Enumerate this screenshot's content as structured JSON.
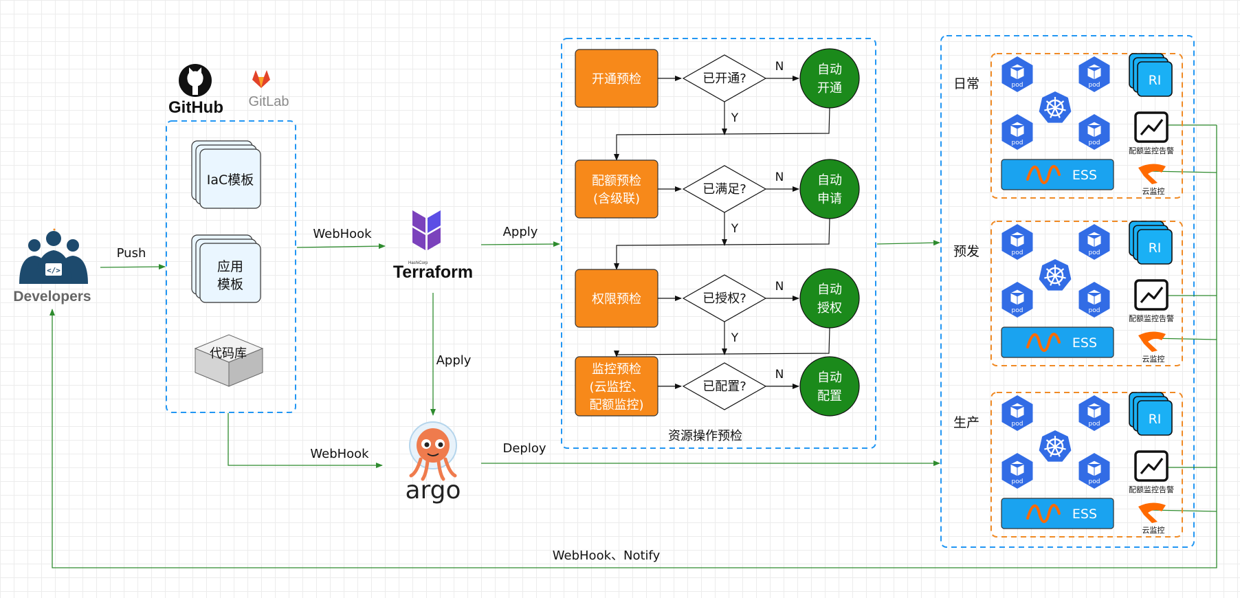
{
  "colors": {
    "dash_border": "#2196f3",
    "env_border": "#f08a24",
    "step_fill": "#f7891a",
    "auto_fill": "#1b8a1b",
    "edge": "#2e8b2e",
    "k8s": "#326ce5",
    "ess_fill": "#1aa3f0",
    "ri_fill": "#1ab0f5",
    "monitor": "#ff6a00",
    "developers": "#1d4a6d"
  },
  "developers": {
    "label": "Developers",
    "icon": "developers-group-icon"
  },
  "repos": {
    "github": "GitHub",
    "gitlab": "GitLab",
    "iac": "IaC模板",
    "app_line1": "应用",
    "app_line2": "模板",
    "codebase": "代码库"
  },
  "tools": {
    "terraform": "Terraform",
    "terraform_small": "HashiCorp",
    "argo": "argo"
  },
  "edges": {
    "push": "Push",
    "webhook_repo_tf": "WebHook",
    "apply_tf_precheck": "Apply",
    "apply_tf_argo": "Apply",
    "webhook_repo_argo": "WebHook",
    "deploy": "Deploy",
    "notify": "WebHook、Notify"
  },
  "precheck": {
    "title": "资源操作预检",
    "yes": "Y",
    "no": "N",
    "rows": [
      {
        "step": [
          "开通预检"
        ],
        "decision": "已开通?",
        "action": [
          "自动",
          "开通"
        ]
      },
      {
        "step": [
          "配额预检",
          "(含级联)"
        ],
        "decision": "已满足?",
        "action": [
          "自动",
          "申请"
        ]
      },
      {
        "step": [
          "权限预检"
        ],
        "decision": "已授权?",
        "action": [
          "自动",
          "授权"
        ]
      },
      {
        "step": [
          "监控预检",
          "(云监控、",
          "配额监控)"
        ],
        "decision": "已配置?",
        "action": [
          "自动",
          "配置"
        ]
      }
    ]
  },
  "environments": [
    {
      "name": "日常"
    },
    {
      "name": "预发"
    },
    {
      "name": "生产"
    }
  ],
  "env_parts": {
    "pod": "pod",
    "ess": "ESS",
    "ri": "RI",
    "quota_alert": "配额监控告警",
    "cloud_monitor": "云监控"
  }
}
